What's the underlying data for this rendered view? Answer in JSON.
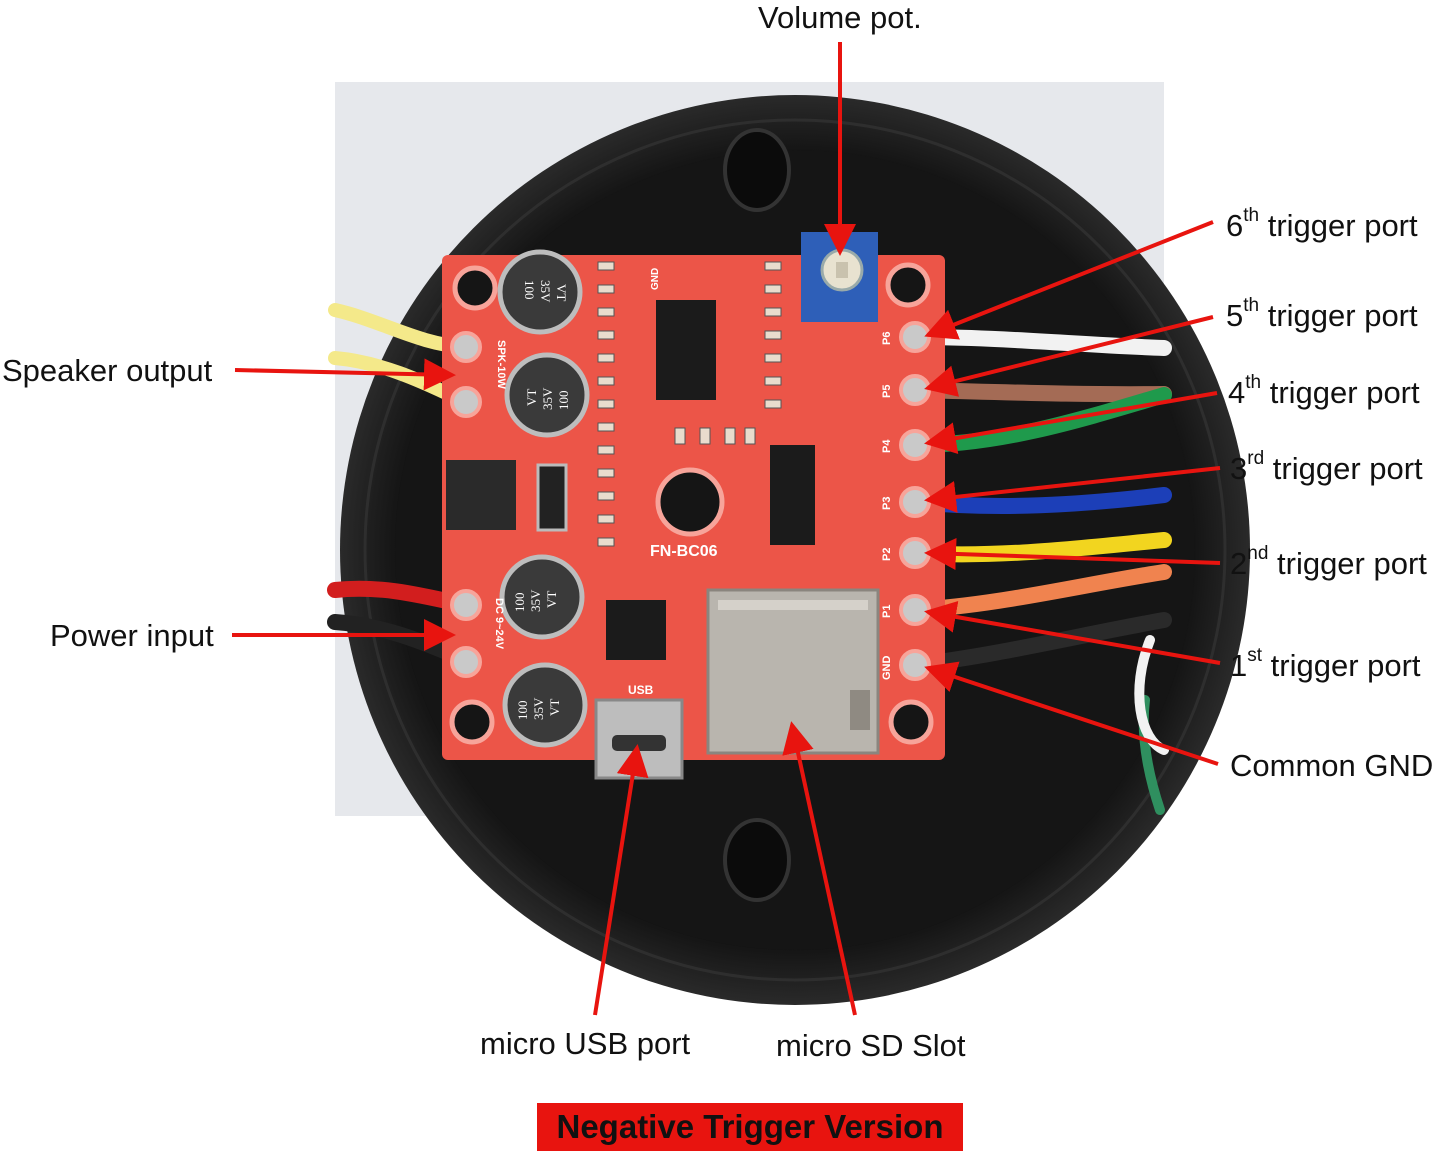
{
  "diagram": {
    "labels": {
      "volume_pot": "Volume pot.",
      "speaker_output": "Speaker output",
      "power_input": "Power input",
      "trigger_6_num": "6",
      "trigger_6_sup": "th",
      "trigger_6_text": " trigger port",
      "trigger_5_num": "5",
      "trigger_5_sup": "th",
      "trigger_5_text": " trigger port",
      "trigger_4_num": "4",
      "trigger_4_sup": "th",
      "trigger_4_text": " trigger port",
      "trigger_3_num": "3",
      "trigger_3_sup": "rd",
      "trigger_3_text": " trigger port",
      "trigger_2_num": "2",
      "trigger_2_sup": "nd",
      "trigger_2_text": " trigger port",
      "trigger_1_num": "1",
      "trigger_1_sup": "st",
      "trigger_1_text": " trigger port",
      "common_gnd": "Common GND",
      "micro_usb": "micro USB port",
      "micro_sd": "micro SD Slot"
    },
    "banner": "Negative Trigger Version",
    "board_silk": {
      "model": "FN-BC06",
      "usb": "USB",
      "gnd": "GND",
      "spk": "SPK-10W",
      "dc": "DC 9~24V",
      "pins": [
        "P6",
        "P5",
        "P4",
        "P3",
        "P2",
        "P1",
        "GND"
      ],
      "capacitor_text": [
        "100",
        "35V",
        "VT"
      ]
    },
    "colors": {
      "arrow": "#e8140f",
      "pcb": "#ec5548",
      "banner": "#e8140f",
      "enclosure": "#141414",
      "wire_white": "#f2f2f2",
      "wire_brown": "#a46b55",
      "wire_green": "#1f9a4c",
      "wire_blue": "#1c3fb8",
      "wire_yellow": "#f2d51f",
      "wire_orange": "#f0834f",
      "wire_black": "#2a2a2a",
      "wire_red": "#d21e1e",
      "wire_speaker": "#f4e98a"
    }
  }
}
